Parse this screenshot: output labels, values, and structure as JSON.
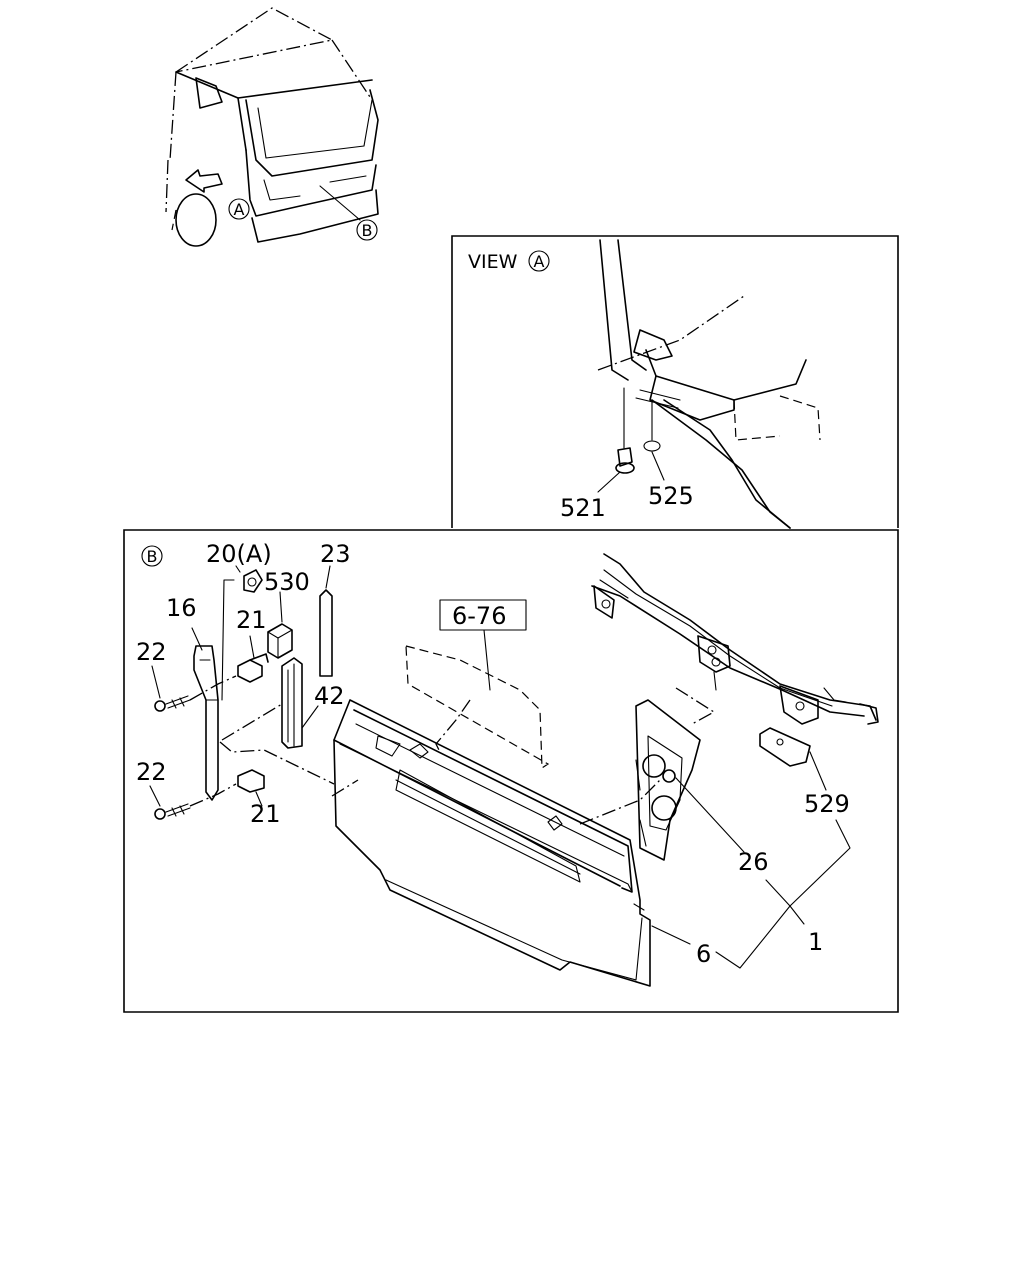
{
  "callouts": {
    "view_a_title": "VIEW",
    "circle_a": "A",
    "circle_b": "B",
    "p521": "521",
    "p525": "525",
    "p20a": "20(A)",
    "p23": "23",
    "p530": "530",
    "p16": "16",
    "p21_top": "21",
    "p22_top": "22",
    "p42": "42",
    "p22_bottom": "22",
    "p21_bottom": "21",
    "p6_76": "6-76",
    "p529": "529",
    "p26": "26",
    "p6": "6",
    "p1": "1"
  }
}
